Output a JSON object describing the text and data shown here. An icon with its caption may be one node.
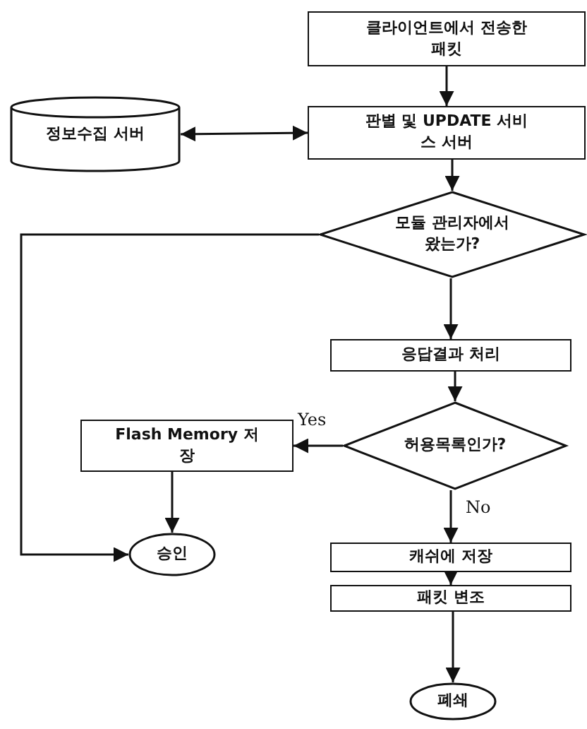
{
  "diagram": {
    "nodes": [
      {
        "text": [
          "클라이언트에서 전송한 패킷"
        ]
      },
      {
        "text": [
          "정보수집 서버"
        ]
      },
      {
        "text": [
          "판별 및 UPDATE 서비스 서버"
        ]
      },
      {
        "text": [
          "모듈 관리자에서 왔는가?"
        ]
      },
      {
        "text": [
          "응답결과 처리"
        ]
      },
      {
        "text": [
          "허용목록인가?"
        ]
      },
      {
        "text": [
          "Flash Memory 저장"
        ]
      },
      {
        "text": [
          "승인"
        ]
      },
      {
        "text": [
          "캐쉬에 저장"
        ]
      },
      {
        "text": [
          "패킷 변조"
        ]
      },
      {
        "text": [
          "폐쇄"
        ]
      }
    ],
    "edges": [
      {
        "from": 0,
        "to": 2,
        "arrow": "to"
      },
      {
        "from": 1,
        "to": 2,
        "arrow": "both"
      },
      {
        "from": 2,
        "to": 3,
        "arrow": "to"
      },
      {
        "from": 3,
        "to": 4,
        "arrow": "to"
      },
      {
        "from": 4,
        "to": 5,
        "arrow": "to"
      },
      {
        "from": 5,
        "to": 6,
        "arrow": "to",
        "label": "Yes"
      },
      {
        "from": 5,
        "to": 8,
        "arrow": "to",
        "label": "No"
      },
      {
        "from": 6,
        "to": 7,
        "arrow": "to"
      },
      {
        "from": 3,
        "to": 7,
        "arrow": "to"
      },
      {
        "from": 8,
        "to": 9,
        "arrow": "to"
      },
      {
        "from": 9,
        "to": 10,
        "arrow": "to"
      }
    ]
  }
}
